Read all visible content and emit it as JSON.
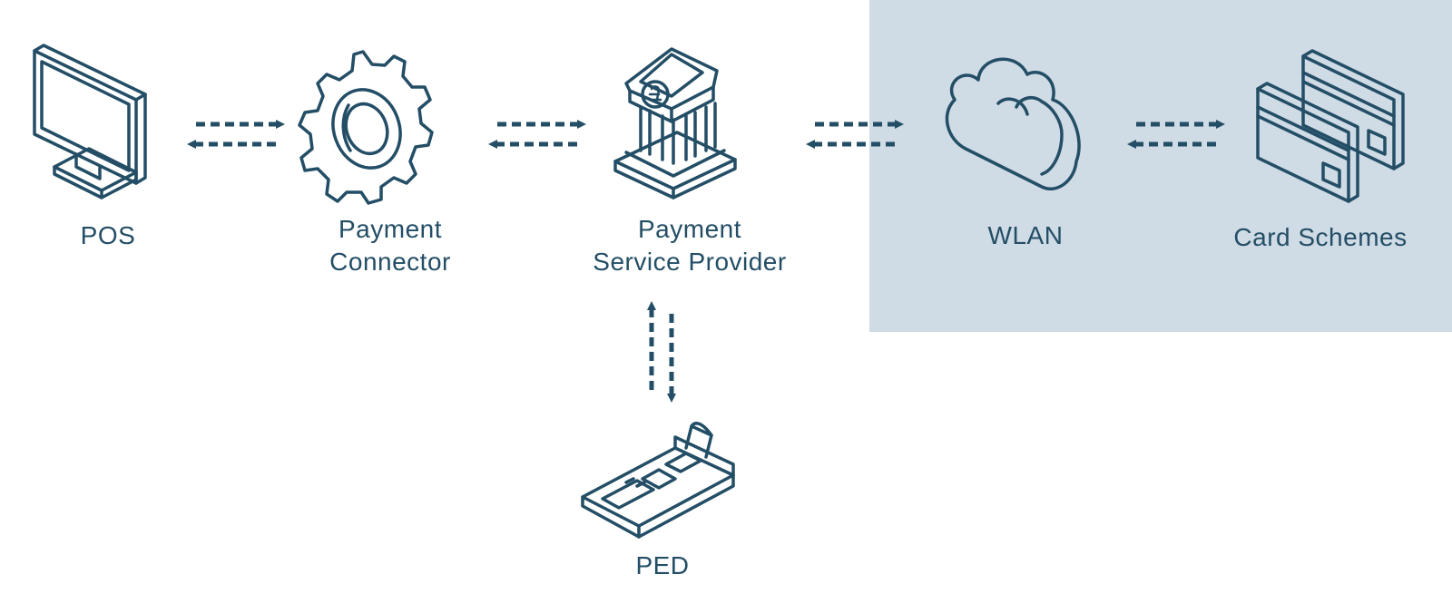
{
  "colors": {
    "ink": "#234e66",
    "external_zone": "#cfdbe5",
    "background": "#ffffff"
  },
  "nodes": {
    "pos": {
      "label": "POS",
      "icon": "monitor-icon"
    },
    "payment_connector": {
      "label_line1": "Payment",
      "label_line2": "Connector",
      "icon": "gear-icon"
    },
    "payment_service_provider": {
      "label_line1": "Payment",
      "label_line2": "Service Provider",
      "icon": "bank-pound-icon"
    },
    "wlan": {
      "label": "WLAN",
      "icon": "cloud-icon"
    },
    "card_schemes": {
      "label": "Card Schemes",
      "icon": "credit-cards-icon"
    },
    "ped": {
      "label": "PED",
      "icon": "card-terminal-icon"
    }
  },
  "connections": [
    {
      "from": "POS",
      "to": "Payment Connector",
      "style": "dashed-bidirectional"
    },
    {
      "from": "Payment Connector",
      "to": "Payment Service Provider",
      "style": "dashed-bidirectional"
    },
    {
      "from": "Payment Service Provider",
      "to": "WLAN",
      "style": "dashed-bidirectional"
    },
    {
      "from": "WLAN",
      "to": "Card Schemes",
      "style": "dashed-bidirectional"
    },
    {
      "from": "Payment Service Provider",
      "to": "PED",
      "style": "dashed-bidirectional"
    }
  ]
}
